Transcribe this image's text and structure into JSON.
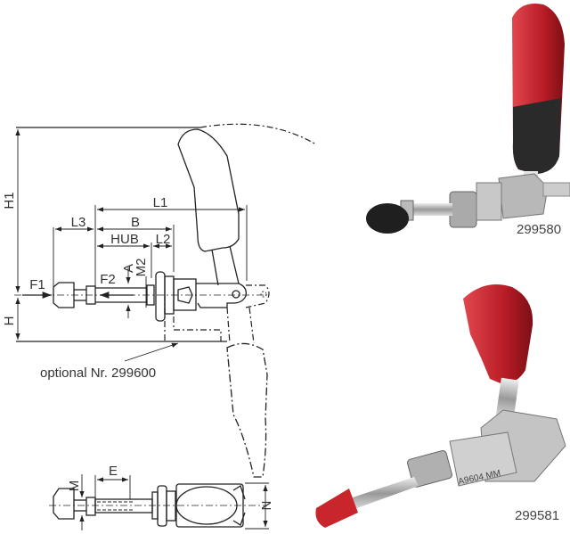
{
  "drawing": {
    "dimensions": {
      "H1": "H1",
      "H": "H",
      "L1": "L1",
      "L3": "L3",
      "B": "B",
      "HUB": "HUB",
      "L2": "L2",
      "F1": "F1",
      "F2": "F2",
      "A": "A",
      "M2": "M2",
      "M": "M",
      "E": "E",
      "N": "N"
    },
    "optional_note": "optional Nr. 299600"
  },
  "products": [
    {
      "number": "299580",
      "handle_color": "#c0202a"
    },
    {
      "number": "299581",
      "handle_color": "#c8252c",
      "engraving": "A9604 MM"
    }
  ]
}
